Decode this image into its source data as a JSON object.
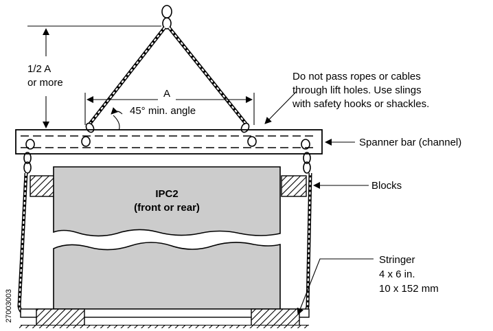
{
  "figure_id": "27003003",
  "dimension": {
    "height_label_line1": "1/2 A",
    "height_label_line2": "or more",
    "span_label": "A",
    "angle_label": "45° min. angle"
  },
  "note": {
    "line1": "Do not pass ropes or cables",
    "line2": "through lift holes. Use slings",
    "line3": "with safety hooks or shackles."
  },
  "callouts": {
    "spanner_bar": "Spanner bar (channel)",
    "blocks": "Blocks",
    "stringer_line1": "Stringer",
    "stringer_line2": "4 x 6 in.",
    "stringer_line3": "10 x 152 mm"
  },
  "equipment": {
    "name": "IPC2",
    "subtitle": "(front or rear)"
  },
  "colors": {
    "equipment_fill": "#cccccc",
    "line": "#000000"
  }
}
